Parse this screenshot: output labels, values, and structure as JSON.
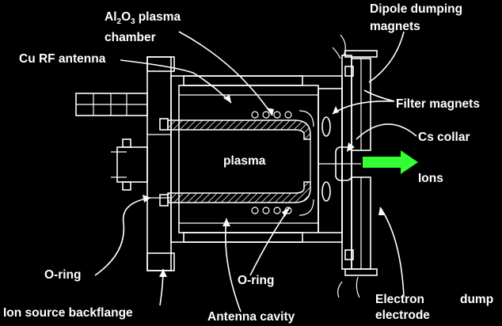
{
  "diagram": {
    "background_color": "#000000",
    "line_color": "#ffffff",
    "arrow_color": "#33ff33",
    "labels": {
      "al2o3_plasma": "plasma",
      "chamber": "chamber",
      "dipole_line1": "Dipole dumping",
      "dipole_line2": "magnets",
      "cu_rf_antenna": "Cu RF antenna",
      "filter_magnets": "Filter magnets",
      "cs_collar": "Cs collar",
      "plasma": "plasma",
      "ions": "Ions",
      "o_ring_left": "O-ring",
      "o_ring_bottom": "O-ring",
      "ion_source_backflange": "Ion source backflange",
      "antenna_cavity": "Antenna cavity",
      "electron_line1": "Electron",
      "electron_dump": "dump",
      "electron_line2": "electrode"
    },
    "formula": {
      "al": "Al",
      "sub2": "2",
      "o": "O",
      "sub3": "3"
    }
  }
}
